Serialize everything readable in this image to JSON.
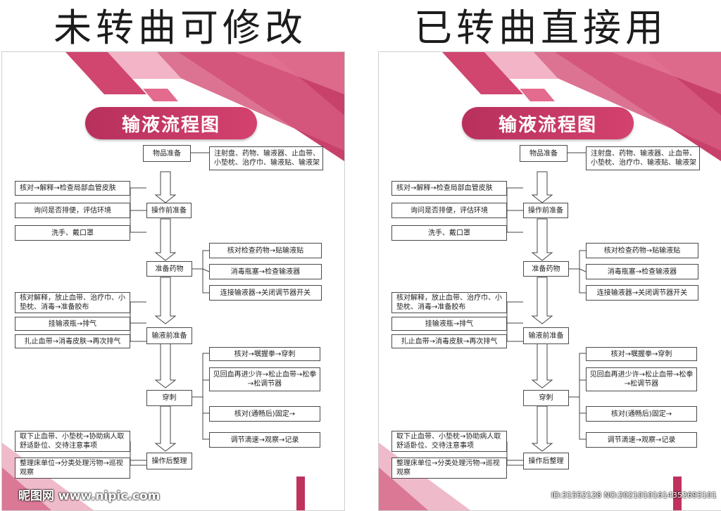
{
  "headers": {
    "left": "未转曲可修改",
    "right": "已转曲直接用"
  },
  "flowchart": {
    "title": "输液流程图",
    "steps": [
      "物品准备",
      "操作前准备",
      "准备药物",
      "输液前准备",
      "穿刺",
      "操作后整理"
    ],
    "items_prep": "注射盘、药物、输液器、止血带、小垫枕、治疗巾、输液贴、输液架",
    "items_pre_op": [
      "核对→解释→检查局部血管皮肤",
      "询问是否排便，评估环境",
      "洗手、戴口罩"
    ],
    "items_drug": [
      "核对检查药物→贴输液贴",
      "消毒瓶塞→检查输液器",
      "连接输液器→关闭调节器开关"
    ],
    "items_pre_infusion": [
      "核对解释，放止血带、治疗巾、小垫枕、消毒→准备胶布",
      "挂输液瓶→排气",
      "扎止血带→消毒皮肤→再次排气"
    ],
    "items_puncture": [
      "核对→嘱握拳→穿刺",
      "见回血再进少许→松止血带→松拳→松调节器",
      "核对(通畅后)固定→",
      "调节滴速→观察→记录"
    ],
    "items_post": [
      "取下止血带、小垫枕→协助病人取舒适卧位、交待注意事项",
      "整理床单位→分类处理污物→巡视观察"
    ]
  },
  "watermark": {
    "left": "昵图网 www.nipic.com",
    "right": "ID:31552128 NO:20210101614352693101"
  },
  "colors": {
    "accent": "#c0325e",
    "accent_light": "#e36b8e",
    "accent_pale": "#f2b4c6"
  }
}
